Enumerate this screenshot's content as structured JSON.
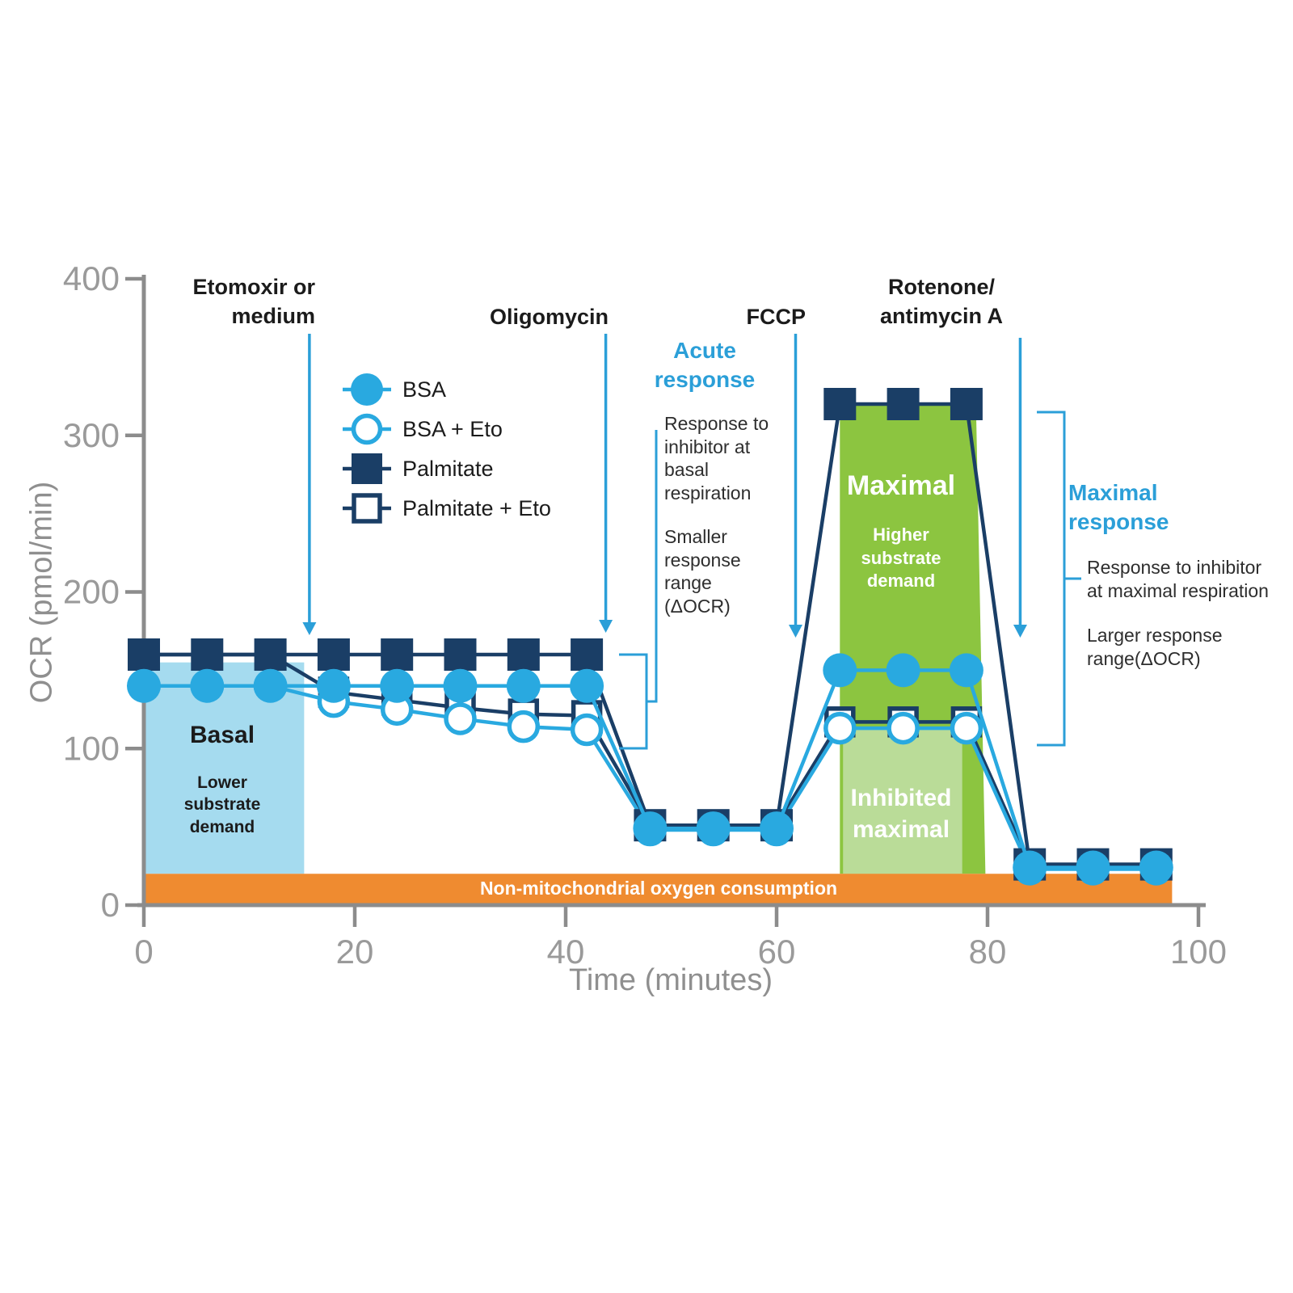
{
  "chart_data": {
    "type": "line",
    "xlabel": "Time (minutes)",
    "ylabel": "OCR (pmol/min)",
    "xlim": [
      0,
      100
    ],
    "ylim": [
      0,
      400
    ],
    "xticks": [
      0,
      20,
      40,
      60,
      80,
      100
    ],
    "yticks": [
      0,
      100,
      200,
      300,
      400
    ],
    "grid": false,
    "colors": {
      "bsa_blue": "#29A9E0",
      "palmitate_navy": "#1A3E66",
      "basal_box_blue": "#A5DBEF",
      "maximal_green": "#8CC540",
      "inhibited_light_green": "#BADC98",
      "non_mito_orange": "#EF8B30",
      "annotation_blue": "#2B9FD8",
      "axis_gray": "#8C8C8C",
      "tick_text_gray": "#9A9A9A"
    },
    "x": [
      0,
      6,
      12,
      18,
      24,
      30,
      36,
      42,
      48,
      54,
      60,
      66,
      72,
      78,
      84,
      90,
      96
    ],
    "series": [
      {
        "name": "Palmitate + Eto",
        "marker": "open-square",
        "color": "#1A3E66",
        "y": [
          160,
          160,
          160,
          136,
          131,
          126,
          122,
          121,
          51,
          51,
          51,
          117,
          117,
          117,
          26,
          26,
          26
        ]
      },
      {
        "name": "BSA + Eto",
        "marker": "open-circle",
        "color": "#29A9E0",
        "y": [
          140,
          140,
          140,
          130,
          125,
          119,
          114,
          112,
          48,
          48,
          48,
          113,
          113,
          113,
          23,
          23,
          23
        ]
      },
      {
        "name": "Palmitate",
        "marker": "filled-square",
        "color": "#1A3E66",
        "y": [
          160,
          160,
          160,
          160,
          160,
          160,
          160,
          160,
          51,
          51,
          51,
          320,
          320,
          320,
          26,
          26,
          26
        ]
      },
      {
        "name": "BSA",
        "marker": "filled-circle",
        "color": "#29A9E0",
        "y": [
          140,
          140,
          140,
          140,
          140,
          140,
          140,
          140,
          49,
          49,
          49,
          150,
          150,
          150,
          24,
          24,
          24
        ]
      }
    ],
    "legend": [
      {
        "label": "BSA",
        "marker": "filled-circle",
        "color": "#29A9E0"
      },
      {
        "label": "BSA + Eto",
        "marker": "open-circle",
        "color": "#29A9E0"
      },
      {
        "label": "Palmitate",
        "marker": "filled-square",
        "color": "#1A3E66"
      },
      {
        "label": "Palmitate + Eto",
        "marker": "open-square",
        "color": "#1A3E66"
      }
    ],
    "regions": [
      {
        "name": "basal-box",
        "shape": "rect",
        "x": [
          0,
          15.2
        ],
        "y": [
          20,
          155
        ],
        "color": "#A5DBEF"
      },
      {
        "name": "maximal-box",
        "shape": "polygon",
        "points": [
          [
            66,
            321
          ],
          [
            78.9,
            321
          ],
          [
            79.8,
            20
          ],
          [
            66,
            20
          ]
        ],
        "color": "#8CC540"
      },
      {
        "name": "inhibited-maximal-box",
        "shape": "rect",
        "x": [
          66.3,
          77.6
        ],
        "y": [
          20,
          112
        ],
        "color": "#BADC98"
      },
      {
        "name": "non-mitochondrial-bar",
        "shape": "rect",
        "x": [
          0,
          97.5
        ],
        "y": [
          1,
          20
        ],
        "color": "#EF8B30"
      }
    ],
    "annotations": {
      "arrows": [
        {
          "name": "etomoxir-arrow",
          "t": 15.7,
          "y1": 413,
          "y2": 786
        },
        {
          "name": "oligomycin-arrow",
          "t": 43.8,
          "y1": 413,
          "y2": 783
        },
        {
          "name": "fccp-arrow",
          "t": 61.8,
          "y1": 413,
          "y2": 789
        },
        {
          "name": "rotenone-arrow",
          "t": 83.1,
          "y1": 418,
          "y2": 789
        }
      ],
      "brackets": [
        {
          "name": "acute-response-bracket",
          "color": "#2B9FD8",
          "width": 3,
          "polylines": [
            [
              [
                766,
                810
              ],
              [
                800,
                810
              ],
              [
                800,
                926
              ],
              [
                766,
                926
              ]
            ],
            [
              [
                800,
                868
              ],
              [
                812,
                868
              ],
              [
                812,
                532
              ]
            ]
          ]
        },
        {
          "name": "maximal-response-bracket",
          "color": "#2B9FD8",
          "width": 3,
          "polylines": [
            [
              [
                1283,
                510
              ],
              [
                1317,
                510
              ],
              [
                1317,
                922
              ],
              [
                1283,
                922
              ]
            ],
            [
              [
                1317,
                716
              ],
              [
                1338,
                716
              ]
            ]
          ]
        }
      ]
    }
  },
  "labels": {
    "etomoxir": "Etomoxir or\nmedium",
    "oligomycin": "Oligomycin",
    "fccp": "FCCP",
    "rotenone": "Rotenone/\nantimycin A",
    "acute_heading": "Acute\nresponse",
    "acute_body_1": "Response to\ninhibitor at\nbasal\nrespiration",
    "acute_body_2": "Smaller\nresponse\nrange\n(ΔOCR)",
    "maximal_heading": "Maximal\nresponse",
    "maximal_body_1": "Response to inhibitor\nat maximal respiration",
    "maximal_body_2": "Larger response\nrange(ΔOCR)",
    "basal_title": "Basal",
    "basal_sub": "Lower\nsubstrate\ndemand",
    "maximal_box_title": "Maximal",
    "maximal_box_sub": "Higher\nsubstrate\ndemand",
    "inhibited_label": "Inhibited\nmaximal",
    "non_mito_label": "Non-mitochondrial oxygen consumption",
    "xlabel": "Time (minutes)",
    "ylabel": "OCR (pmol/min)"
  }
}
